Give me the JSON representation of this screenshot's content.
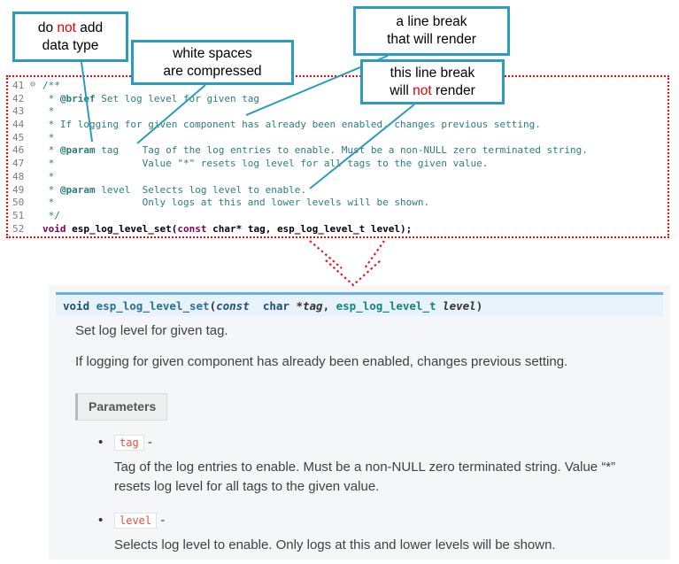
{
  "callouts": [
    {
      "id": "no-datatype",
      "lines": [
        [
          {
            "t": "do "
          },
          {
            "t": "not",
            "red": true
          },
          {
            "t": " add"
          }
        ],
        [
          {
            "t": "data type"
          }
        ]
      ]
    },
    {
      "id": "whitespace",
      "lines": [
        [
          {
            "t": "white spaces"
          }
        ],
        [
          {
            "t": "are compressed"
          }
        ]
      ]
    },
    {
      "id": "linebreak-renders",
      "lines": [
        [
          {
            "t": "a line break"
          }
        ],
        [
          {
            "t": "that will render"
          }
        ]
      ]
    },
    {
      "id": "linebreak-not-render",
      "lines": [
        [
          {
            "t": "this line break"
          }
        ],
        [
          {
            "t": "will "
          },
          {
            "t": "not",
            "red": true
          },
          {
            "t": " render"
          }
        ]
      ]
    }
  ],
  "editor": {
    "lines": [
      {
        "num": "41",
        "fold": "⊖",
        "seg": [
          {
            "t": "/**",
            "c": "cm"
          }
        ]
      },
      {
        "num": "42",
        "fold": "",
        "seg": [
          {
            "t": " * ",
            "c": "cm"
          },
          {
            "t": "@brief",
            "c": "tg"
          },
          {
            "t": " Set log level for given tag",
            "c": "cm"
          }
        ]
      },
      {
        "num": "43",
        "fold": "",
        "seg": [
          {
            "t": " *",
            "c": "cm"
          }
        ]
      },
      {
        "num": "44",
        "fold": "",
        "seg": [
          {
            "t": " * If logging for given component has already been enabled, changes previous setting.",
            "c": "cm"
          }
        ]
      },
      {
        "num": "45",
        "fold": "",
        "seg": [
          {
            "t": " *",
            "c": "cm"
          }
        ]
      },
      {
        "num": "46",
        "fold": "",
        "seg": [
          {
            "t": " * ",
            "c": "cm"
          },
          {
            "t": "@param",
            "c": "tg"
          },
          {
            "t": " tag    Tag of the log entries to enable. Must be a non-NULL zero terminated string.",
            "c": "cm"
          }
        ]
      },
      {
        "num": "47",
        "fold": "",
        "seg": [
          {
            "t": " *               Value \"*\" resets log level for all tags to the given value.",
            "c": "cm"
          }
        ]
      },
      {
        "num": "48",
        "fold": "",
        "seg": [
          {
            "t": " *",
            "c": "cm"
          }
        ]
      },
      {
        "num": "49",
        "fold": "",
        "seg": [
          {
            "t": " * ",
            "c": "cm"
          },
          {
            "t": "@param",
            "c": "tg"
          },
          {
            "t": " level  Selects log level to enable.",
            "c": "cm"
          }
        ]
      },
      {
        "num": "50",
        "fold": "",
        "seg": [
          {
            "t": " *               Only logs at this and lower levels will be shown.",
            "c": "cm"
          }
        ]
      },
      {
        "num": "51",
        "fold": "",
        "seg": [
          {
            "t": " */",
            "c": "cm"
          }
        ]
      },
      {
        "num": "52",
        "fold": "",
        "seg": [
          {
            "t": "void",
            "c": "kw"
          },
          {
            "t": " ",
            "c": "b"
          },
          {
            "t": "esp_log_level_set",
            "c": "fn"
          },
          {
            "t": "(",
            "c": "b"
          },
          {
            "t": "const",
            "c": "kw"
          },
          {
            "t": " char* tag, esp_log_level_t level);",
            "c": "b"
          }
        ]
      }
    ]
  },
  "doc": {
    "signature": [
      {
        "t": "void",
        "c": "skw"
      },
      {
        "t": " ",
        "c": "spl"
      },
      {
        "t": "esp_log_level_set",
        "c": "sname"
      },
      {
        "t": "(",
        "c": "spl"
      },
      {
        "t": "const",
        "c": "skwi"
      },
      {
        "t": "  ",
        "c": "spl"
      },
      {
        "t": "char",
        "c": "skw"
      },
      {
        "t": " *",
        "c": "spl"
      },
      {
        "t": "tag",
        "c": "sit"
      },
      {
        "t": ", ",
        "c": "spl"
      },
      {
        "t": "esp_log_level_t",
        "c": "stype"
      },
      {
        "t": " ",
        "c": "spl"
      },
      {
        "t": "level",
        "c": "sit"
      },
      {
        "t": ")",
        "c": "spl"
      }
    ],
    "paragraphs": [
      "Set log level for given tag.",
      "If logging for given component has already been enabled, changes previous setting."
    ],
    "parameters": {
      "label": "Parameters",
      "items": [
        {
          "name": "tag",
          "description": "Tag of the log entries to enable. Must be a non-NULL zero terminated string. Value “*” resets log level for all tags to the given value."
        },
        {
          "name": "level",
          "description": "Selects log level to enable. Only logs at this and lower levels will be shown."
        }
      ]
    }
  },
  "colors": {
    "callout_border": "#2b9cbd",
    "connector": "#2b9cbd",
    "code_border": "#ff0000",
    "arrow": "#e01b24",
    "comment": "#2a7d7d",
    "keyword": "#7f0055",
    "signature_bg": "#e7f2fa",
    "signature_border": "#6ab0de",
    "doc_bg": "#f5f6f7",
    "param_chip": "#e74c3c",
    "emphasis_red": "#e60000"
  }
}
